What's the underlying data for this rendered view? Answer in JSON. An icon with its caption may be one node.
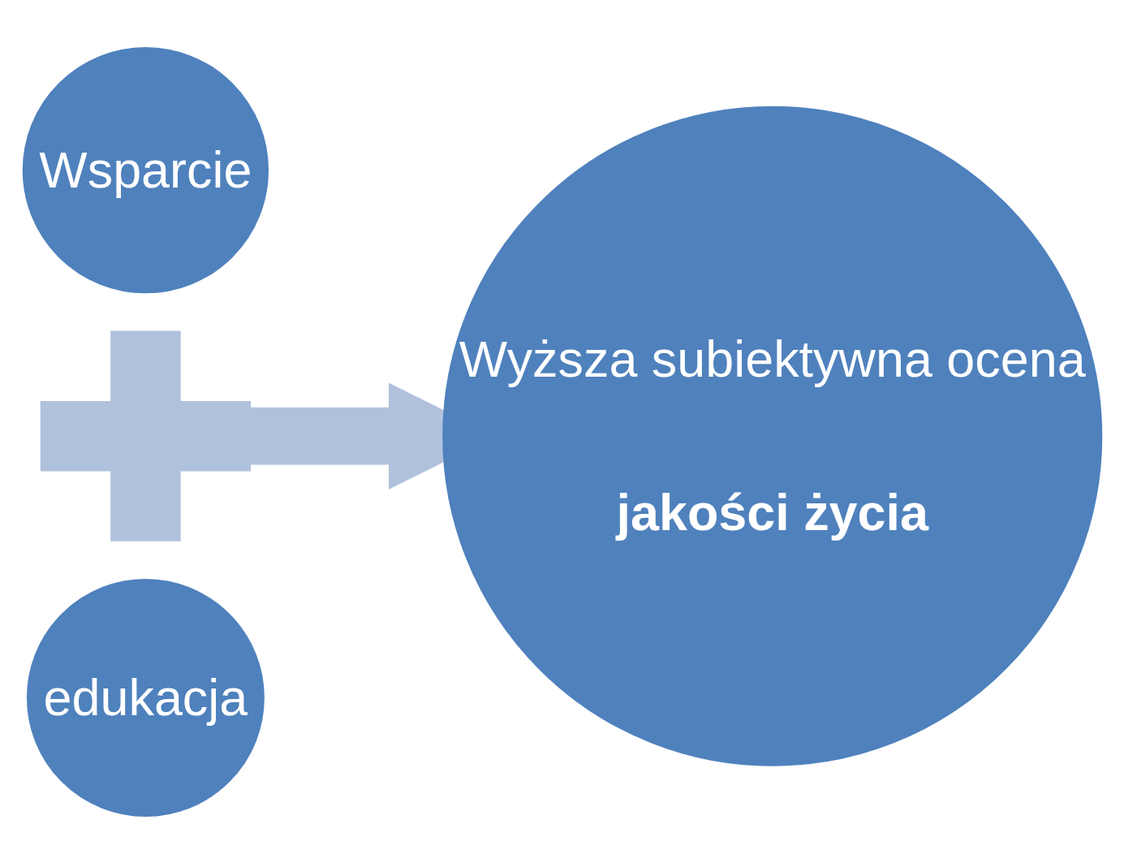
{
  "diagram": {
    "nodes": [
      {
        "text": [
          "Wsparcie"
        ]
      },
      {
        "text": [],
        "shape": "plus"
      },
      {
        "text": [
          "edukacja"
        ]
      },
      {
        "text": [
          "Wyższa subiektywna ocena",
          "jakości życia"
        ]
      }
    ],
    "edges": [
      {
        "from": 1,
        "to": 3,
        "arrow": "to",
        "color": "#b0c1dc"
      }
    ]
  }
}
